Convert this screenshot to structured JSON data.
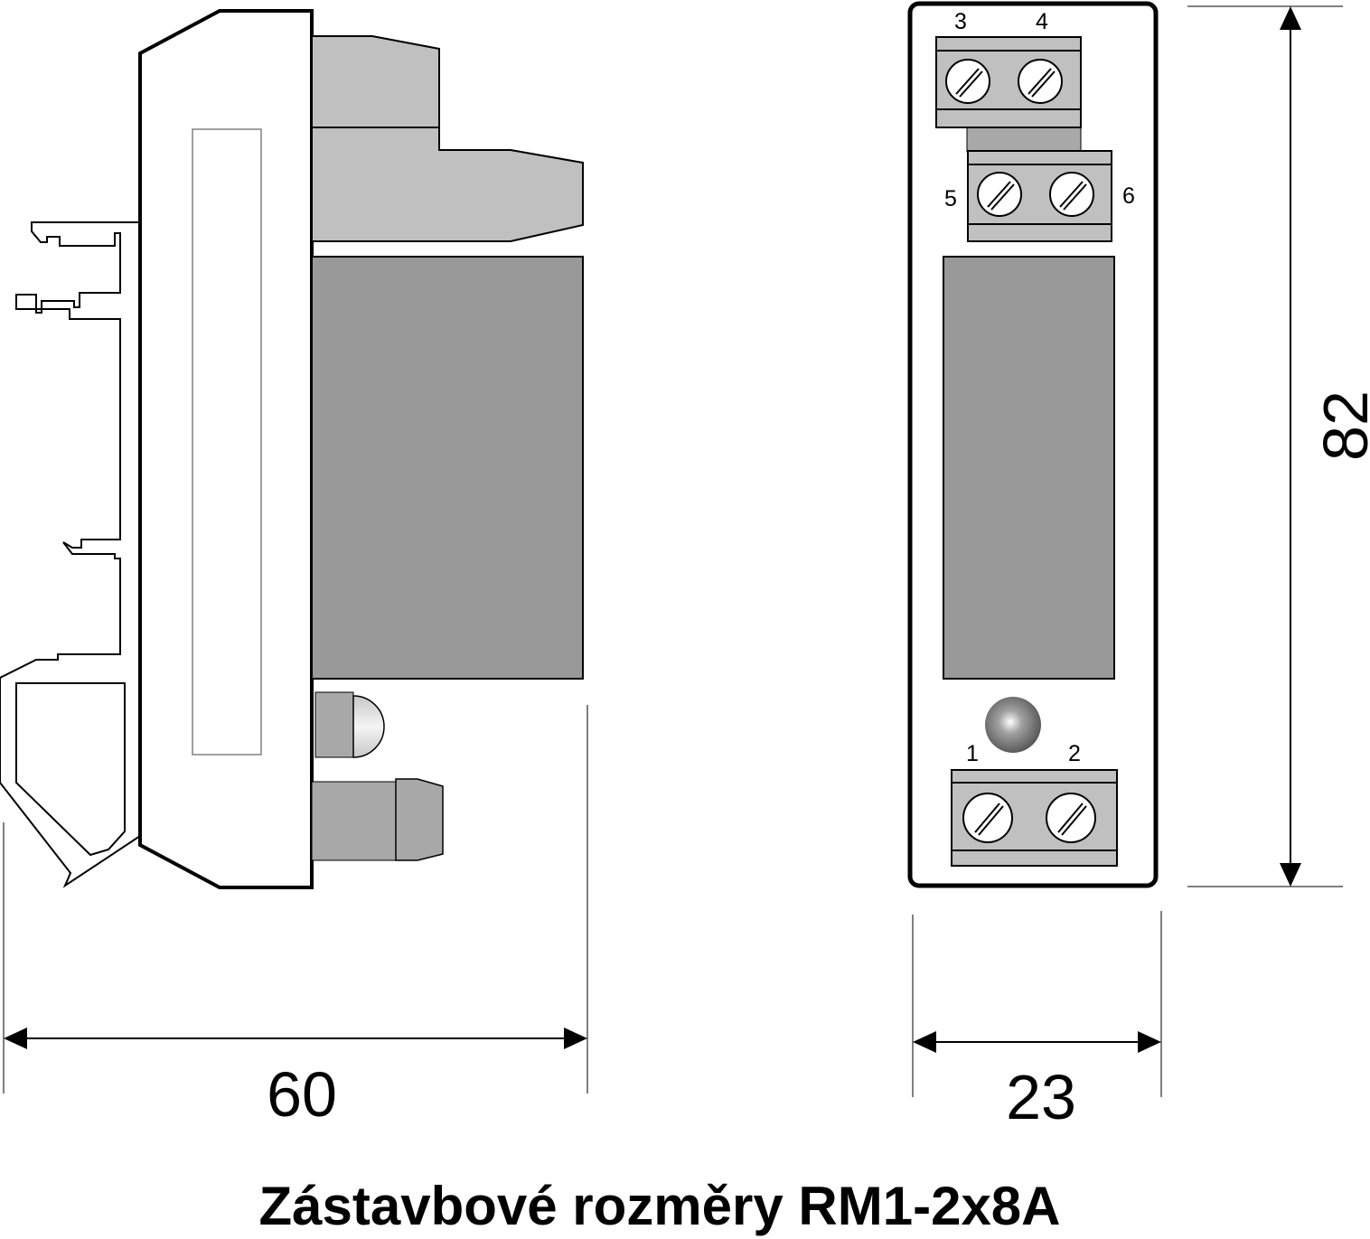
{
  "title": "Zástavbové rozměry RM1-2x8A",
  "dimensions": {
    "depth": "60",
    "width": "23",
    "height": "82"
  },
  "terminals": {
    "t1": "1",
    "t2": "2",
    "t3": "3",
    "t4": "4",
    "t5": "5",
    "t6": "6"
  },
  "colors": {
    "outline": "#000000",
    "light_gray": "#c0c0c0",
    "mid_gray": "#a8a8a8",
    "dark_gray": "#999999",
    "background": "#ffffff"
  }
}
